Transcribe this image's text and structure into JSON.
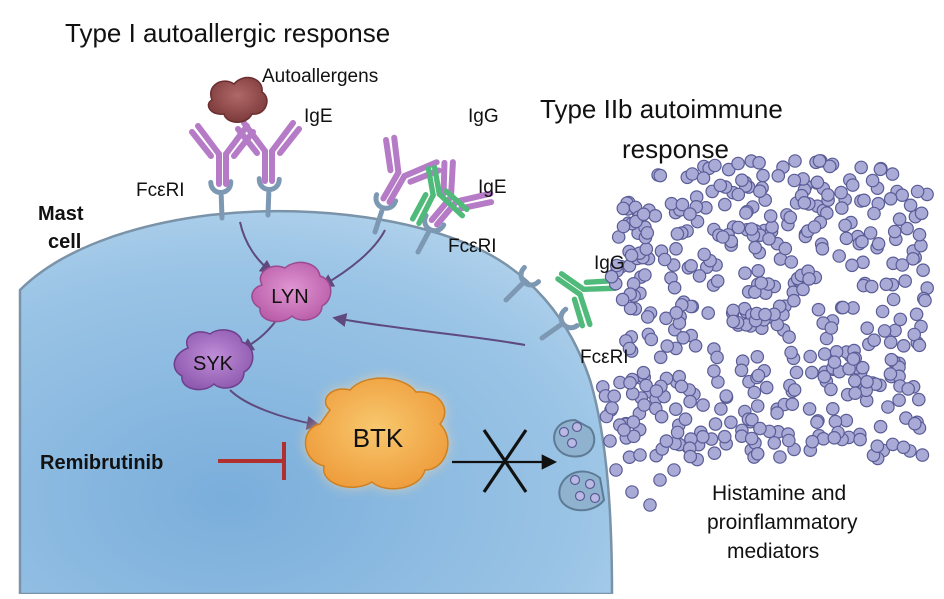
{
  "labels": {
    "type1": "Type I autoallergic response",
    "type2_line1": "Type IIb autoimmune",
    "type2_line2": "response",
    "autoallergens": "Autoallergens",
    "ige_left": "IgE",
    "ige_mid": "IgE",
    "igg_top": "IgG",
    "igg_right": "IgG",
    "fceri_left": "FcεRI",
    "fceri_mid": "FcεRI",
    "fceri_right": "FcεRI",
    "mast": "Mast",
    "cell": "cell",
    "lyn": "LYN",
    "syk": "SYK",
    "btk": "BTK",
    "remibrutinib": "Remibrutinib",
    "histamine_line1": "Histamine and",
    "histamine_line2": "proinflammatory",
    "histamine_line3": "mediators"
  },
  "colors": {
    "cell_fill": "#a9cce9",
    "cell_edge": "#7a93a8",
    "receptor": "#7d98b3",
    "ige": "#b57bc6",
    "igg": "#4fba7a",
    "allergen": "#8e4a4a",
    "lyn": "#c56fb7",
    "syk": "#a06bbf",
    "btk": "#f0a544",
    "inhibit": "#b03030",
    "arrow": "#5e4a7e",
    "mediator": "#a9aad6",
    "mediator_edge": "#5a5c96"
  }
}
